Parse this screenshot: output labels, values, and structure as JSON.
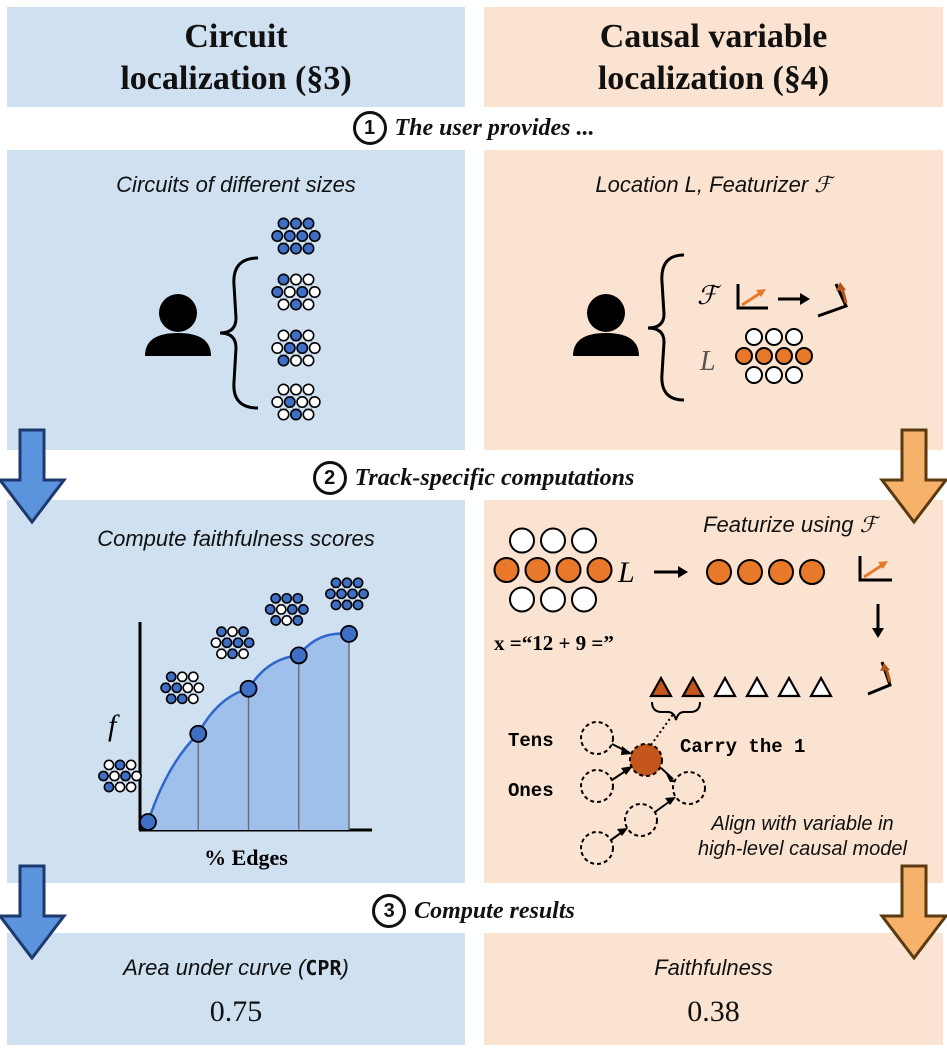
{
  "left": {
    "title_line1": "Circuit",
    "title_line2": "localization (§3)",
    "provides_caption": "Circuits of different sizes",
    "compute_caption": "Compute faithfulness scores",
    "y_axis_label": "f",
    "x_axis_label": "% Edges",
    "result_caption_pre": "Area under curve (",
    "result_caption_metric": "CPR",
    "result_caption_post": ")",
    "result_value": "0.75"
  },
  "right": {
    "title_line1": "Causal variable",
    "title_line2": "localization (§4)",
    "provides_caption": "Location L, Featurizer ℱ",
    "featurizer_symbol": "ℱ",
    "location_symbol": "L",
    "featurize_caption": "Featurize using ℱ",
    "input_expr": "x =“12 + 9 =”",
    "tens_label": "Tens",
    "ones_label": "Ones",
    "carry_label": "Carry the 1",
    "align_caption_line1": "Align with variable in",
    "align_caption_line2": "high-level causal model",
    "result_caption": "Faithfulness",
    "result_value": "0.38"
  },
  "steps": [
    {
      "number": "1",
      "label": "The user provides ..."
    },
    {
      "number": "2",
      "label": "Track-specific computations"
    },
    {
      "number": "3",
      "label": "Compute results"
    }
  ],
  "chart_data": {
    "type": "area",
    "x": [
      1,
      2,
      3,
      4,
      5
    ],
    "y": [
      0,
      0.45,
      0.68,
      0.85,
      0.96
    ],
    "xlabel": "% Edges",
    "ylabel": "f",
    "title": ""
  },
  "colors": {
    "left_bg": "#cfe0f1",
    "right_bg": "#fbe3d1",
    "blue_arrow": "#5b93dc",
    "orange_arrow": "#f6b26b",
    "node_blue": "#3f6fc5",
    "node_orange": "#e8782a",
    "area_fill": "#9ec0ea"
  }
}
